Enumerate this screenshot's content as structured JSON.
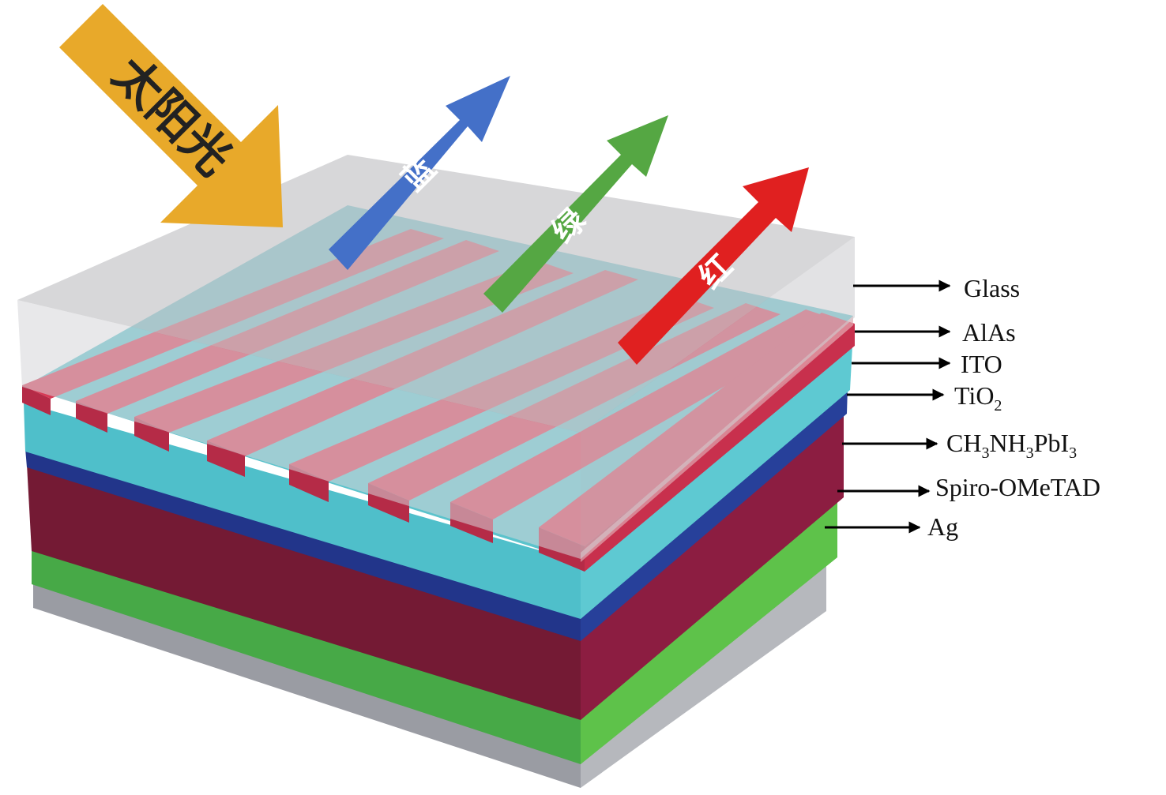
{
  "incoming_light": {
    "label": "太阳光",
    "color": "#e8a92a"
  },
  "reflected_beams": [
    {
      "label": "蓝",
      "color": "#4470c8"
    },
    {
      "label": "绿",
      "color": "#55a743"
    },
    {
      "label": "红",
      "color": "#e02020"
    }
  ],
  "layers": [
    {
      "label": "Glass",
      "sub": ""
    },
    {
      "label": "AlAs",
      "sub": ""
    },
    {
      "label": "ITO",
      "sub": ""
    },
    {
      "label": "TiO",
      "sub": "2"
    },
    {
      "label": "CH",
      "sub": "3",
      "label2": "NH",
      "sub2": "3",
      "label3": "PbI",
      "sub3": "3"
    },
    {
      "label": "Spiro-OMeTAD",
      "sub": ""
    },
    {
      "label": "Ag",
      "sub": ""
    }
  ],
  "colors": {
    "glass": "#d6d6d8",
    "glass_side": "#c9c9cc",
    "strip": "#cf3350",
    "ito": "#4fbfca",
    "tio2": "#22358a",
    "perovskite": "#7e1c38",
    "spiro": "#47a947",
    "ag": "#9a9ca3"
  }
}
